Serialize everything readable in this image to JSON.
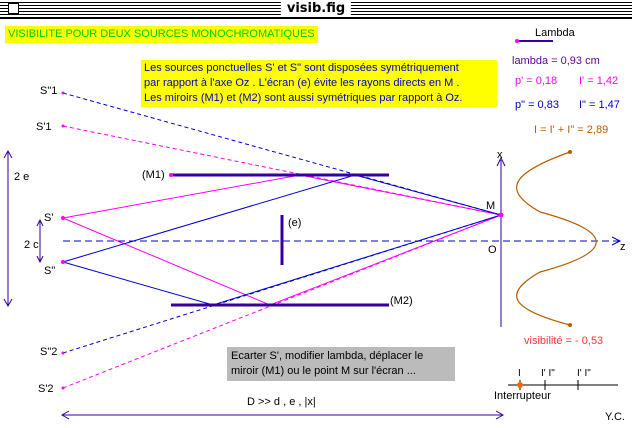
{
  "window": {
    "title": "visib.fig"
  },
  "heading": "VISIBILITE POUR DEUX SOURCES MONOCHROMATIQUES",
  "description": [
    "Les sources ponctuelles S' et S\" sont disposées symétriquement",
    "par rapport à l'axe Oz . L'écran (e) évite les rayons directs en M .",
    "Les miroirs (M1) et (M2) sont aussi symétriques par rapport à Oz."
  ],
  "hint": [
    "Ecarter S', modifier lambda, déplacer le",
    "miroir (M1) ou le point M sur l'écran ..."
  ],
  "labels": {
    "s_second_1": "S\"1",
    "s_prime_1": "S'1",
    "s_prime": "S'",
    "s_second": "S\"",
    "s_second_2": "S\"2",
    "s_prime_2": "S'2",
    "mirror_1": "(M1)",
    "mirror_2": "(M2)",
    "screen": "(e)",
    "point_m": "M",
    "origin": "O",
    "axis_x": "x",
    "axis_z": "z",
    "two_e": "2 e",
    "two_c": "2 c",
    "distance": "D >> d , e , |x|",
    "author": "Y.C."
  },
  "params": {
    "lambda_label": "Lambda",
    "lambda_value": "lambda = 0,93 cm",
    "p_prime": "p' = 0,18",
    "i_prime": "I' = 1,42",
    "p_second": "p\" = 0,83",
    "i_second": "I\" = 1,47",
    "intensity_sum": "I = I' + I\" = 2,89",
    "visibility": "visibilité = - 0,53"
  },
  "switch": {
    "label": "Interrupteur",
    "tick_labels": [
      "I",
      "I' I\"",
      "I' I\""
    ]
  },
  "colors": {
    "purple": "#660099",
    "blue": "#0000cc",
    "magenta": "#ff00ff",
    "orange": "#b85c00",
    "green": "#00cc00",
    "highlight": "#ffff00"
  }
}
